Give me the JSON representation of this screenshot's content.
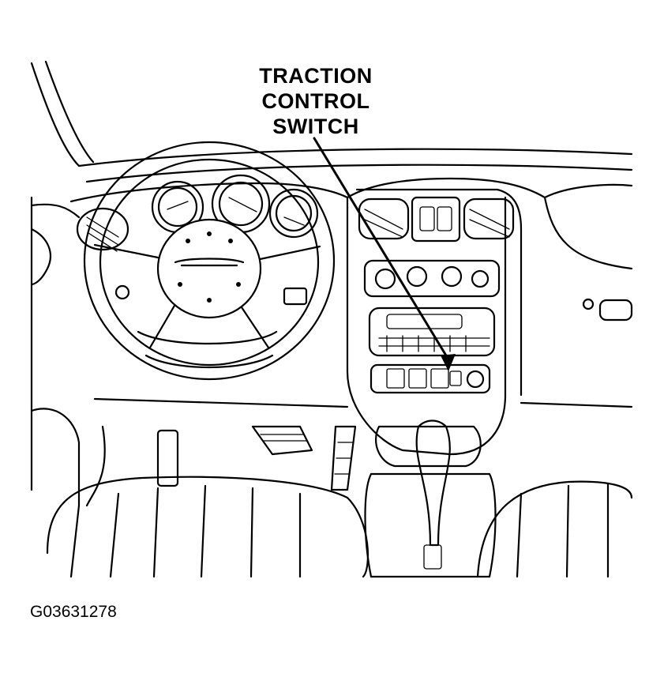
{
  "callout": {
    "line1": "TRACTION",
    "line2": "CONTROL",
    "line3": "SWITCH"
  },
  "figure_id": "G03631278"
}
